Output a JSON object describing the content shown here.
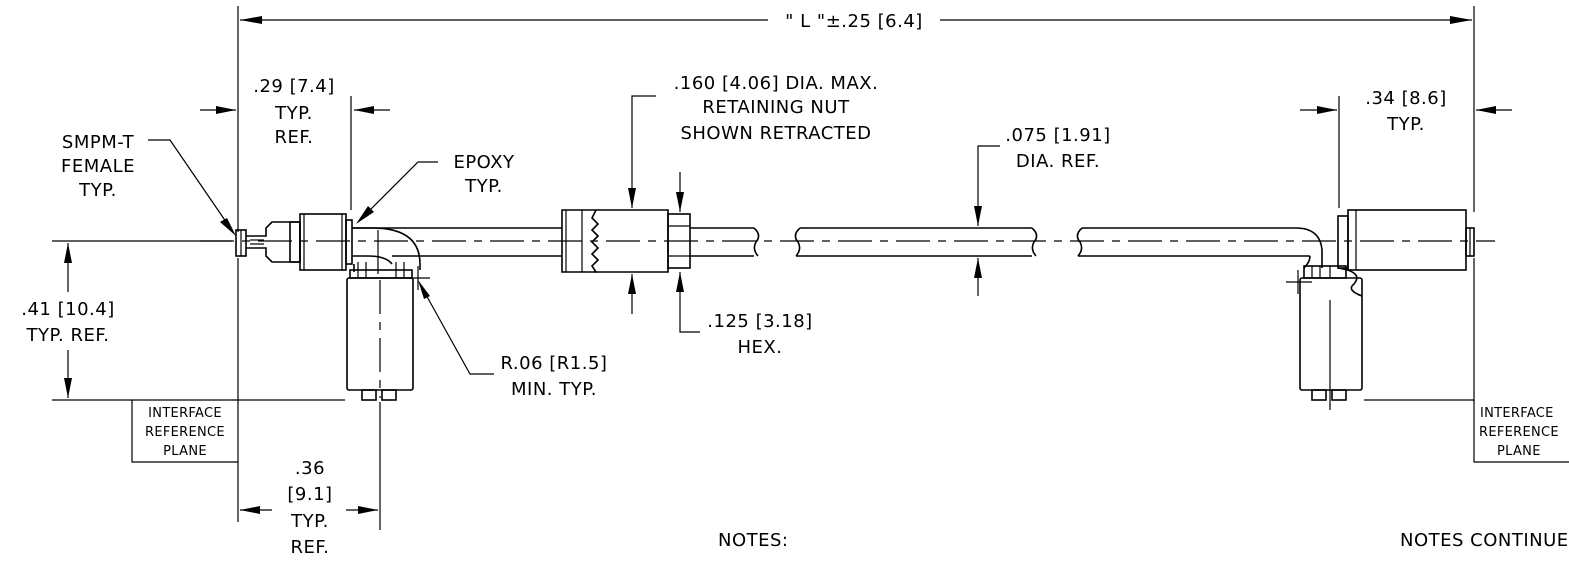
{
  "dimensions": {
    "overall_length": "\" L \"±.25 [6.4]",
    "left_offset": [
      ".29 [7.4]",
      "TYP.",
      "REF."
    ],
    "right_offset": [
      ".34 [8.6]",
      "TYP."
    ],
    "nut_dia": [
      ".160 [4.06] DIA. MAX.",
      "RETAINING NUT",
      "SHOWN RETRACTED"
    ],
    "cable_dia": [
      ".075 [1.91]",
      "DIA. REF."
    ],
    "hex": [
      ".125 [3.18]",
      "HEX."
    ],
    "height": [
      ".41 [10.4]",
      "TYP. REF."
    ],
    "bottom_offset": [
      ".36",
      "[9.1]",
      "TYP.",
      "REF."
    ]
  },
  "callouts": {
    "connector": [
      "SMPM-T",
      "FEMALE",
      "TYP."
    ],
    "epoxy": [
      "EPOXY",
      "TYP."
    ],
    "bend_radius": [
      "R.06 [R1.5]",
      "MIN. TYP."
    ]
  },
  "reference_planes": {
    "left": [
      "INTERFACE",
      "REFERENCE",
      "PLANE"
    ],
    "right": [
      "INTERFACE",
      "REFERENCE",
      "PLANE"
    ]
  },
  "notes": {
    "left": "NOTES:",
    "right": "NOTES CONTINUE"
  }
}
